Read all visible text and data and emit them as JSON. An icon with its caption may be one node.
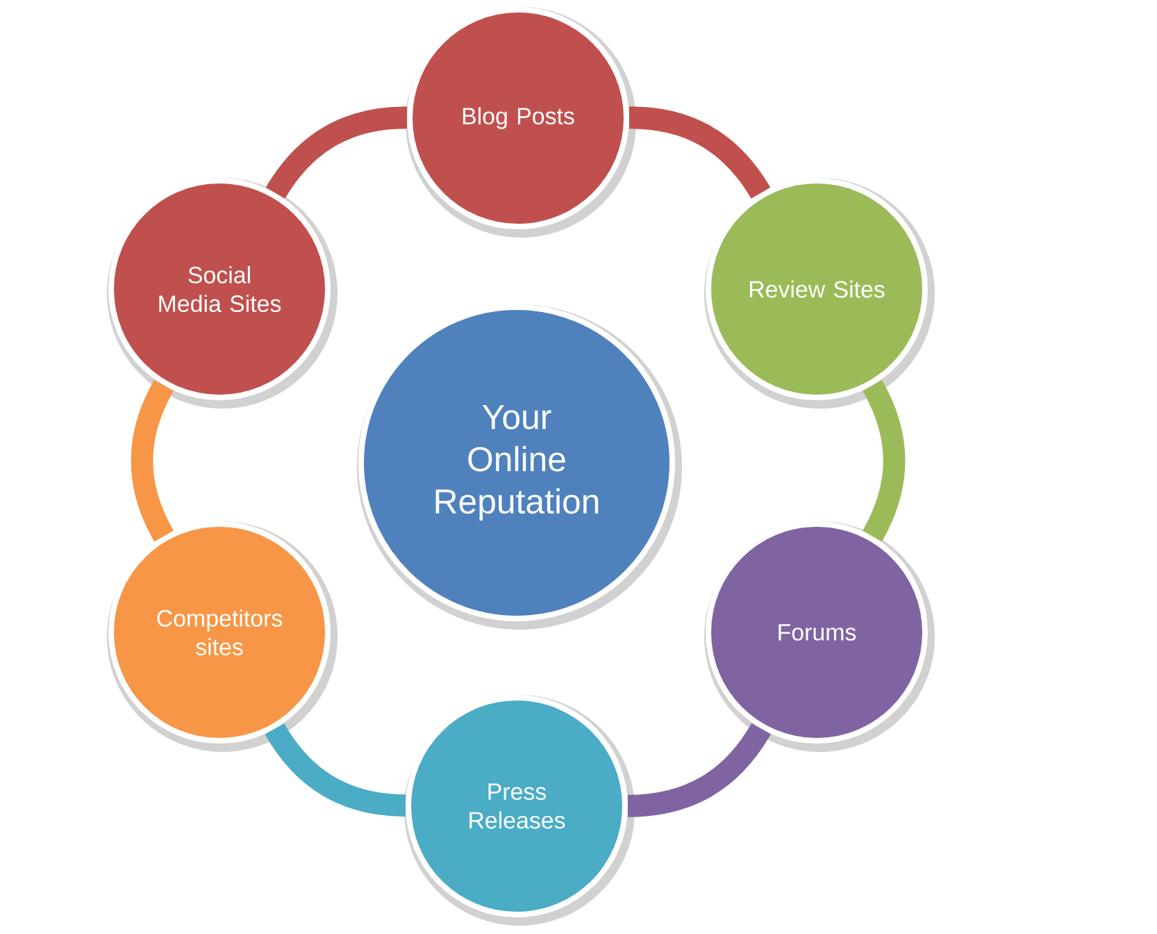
{
  "diagram": {
    "nodes": [
      {
        "text": [
          "Your Online Reputation"
        ]
      },
      {
        "text": [
          "Blog Posts"
        ]
      },
      {
        "text": [
          "Review Sites"
        ]
      },
      {
        "text": [
          "Forums"
        ]
      },
      {
        "text": [
          "Press Releases"
        ]
      },
      {
        "text": [
          "Competitors sites"
        ]
      },
      {
        "text": [
          "Social Media Sites"
        ]
      }
    ],
    "edges": [
      {
        "from": 1,
        "to": 2,
        "arrow": "none",
        "color": "#c0504d"
      },
      {
        "from": 2,
        "to": 3,
        "arrow": "none",
        "color": "#9bbb59"
      },
      {
        "from": 3,
        "to": 4,
        "arrow": "none",
        "color": "#8064a2"
      },
      {
        "from": 4,
        "to": 5,
        "arrow": "none",
        "color": "#4bacc6"
      },
      {
        "from": 5,
        "to": 6,
        "arrow": "none",
        "color": "#f79646"
      },
      {
        "from": 6,
        "to": 1,
        "arrow": "none",
        "color": "#c0504d"
      }
    ]
  }
}
